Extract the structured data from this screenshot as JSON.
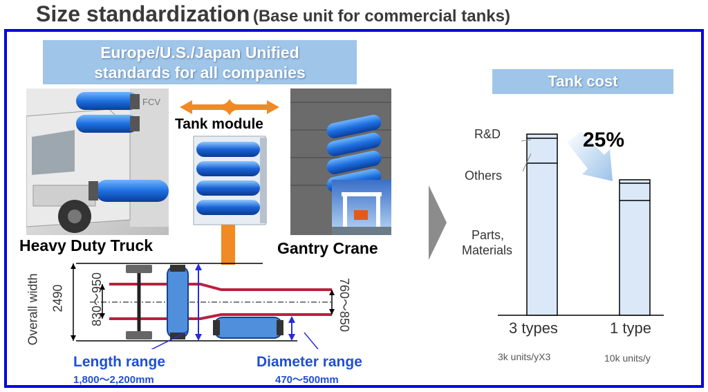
{
  "title": {
    "main": "Size standardization",
    "sub": "(Base unit for commercial tanks)"
  },
  "standards_banner": {
    "line1": "Europe/U.S./Japan Unified",
    "line2": "standards for all companies"
  },
  "module": {
    "label": "Tank module",
    "truck_label": "Heavy Duty Truck",
    "crane_label": "Gantry Crane",
    "truck_badge": "FCV"
  },
  "dimensions": {
    "overall_width_label": "Overall width",
    "overall_width_value": "2490",
    "frame_width": "830～950",
    "narrow_width": "760～850",
    "length_label": "Length range",
    "length_value": "1,800～2,200mm",
    "diameter_label": "Diameter range",
    "diameter_value": "470～500mm"
  },
  "cost": {
    "banner": "Tank cost",
    "reduction": "25%",
    "segment_labels": [
      "R&D",
      "Others",
      "Parts,",
      "Materials"
    ],
    "bars": [
      {
        "category": "3 types",
        "volume": "3k units/yX3"
      },
      {
        "category": "1 type",
        "volume": "10k units/y"
      }
    ]
  },
  "colors": {
    "frame": "#0000e6",
    "banner": "#9fc5e8",
    "accent_blue": "#1f4fd6",
    "orange": "#f08a24",
    "chassis": "#b8223f",
    "bar_fill": "#dae8f7"
  }
}
